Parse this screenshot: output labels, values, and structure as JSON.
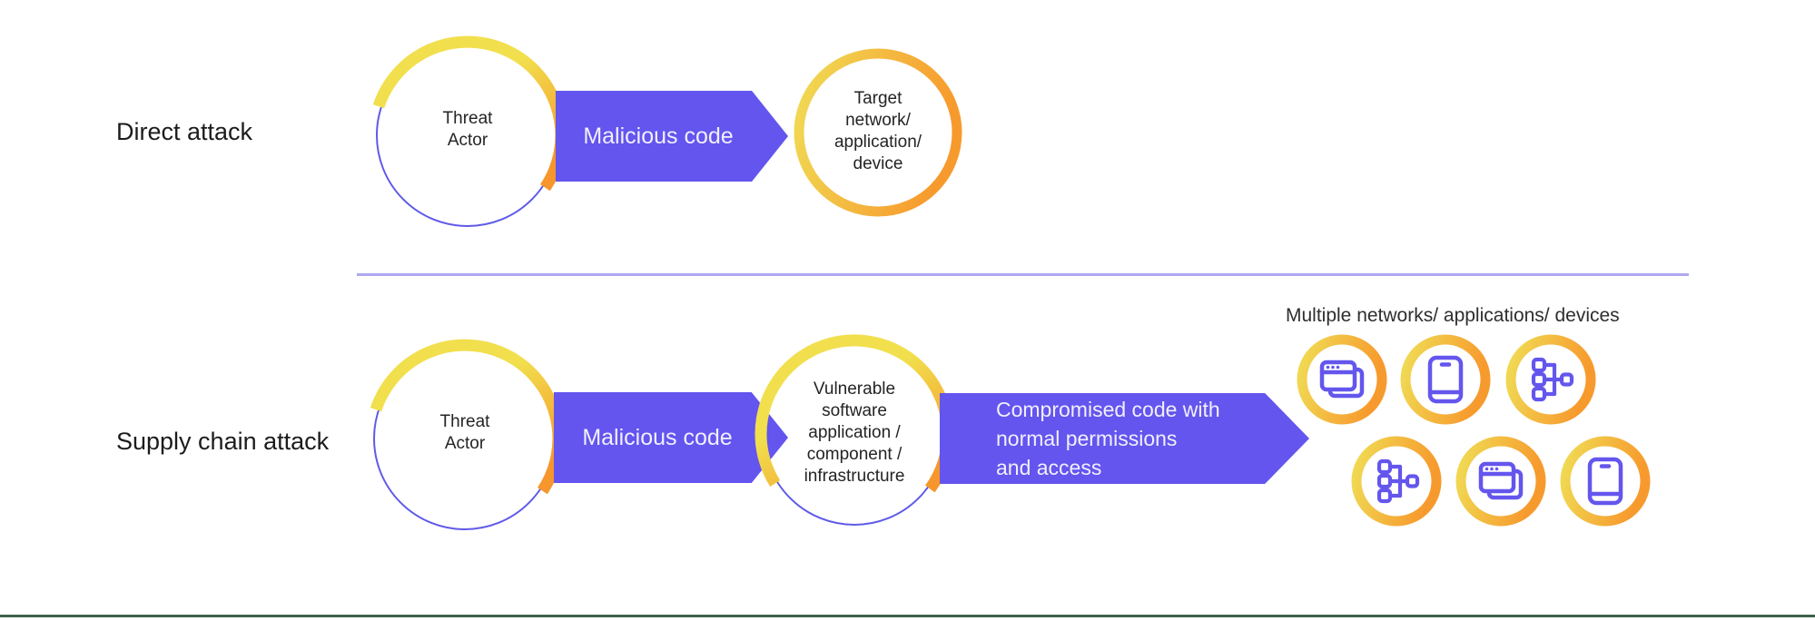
{
  "colors": {
    "arrow_purple": "#6355EE",
    "circle_stroke_blue": "#5F5AE8",
    "arc_yellow": "#F1DF4D",
    "arc_orange": "#F6962C",
    "ring_yellow": "#F0DC55",
    "ring_orange": "#F79A2D",
    "icon_purple": "#6456ED",
    "divider_purple": "#AFA9F0",
    "footer_green": "#40614D"
  },
  "direct_row": {
    "label": "Direct attack",
    "actor_label": "Threat\nActor",
    "arrow_label": "Malicious code",
    "target_label": "Target\nnetwork/\napplication/\ndevice"
  },
  "supply_row": {
    "label": "Supply chain attack",
    "actor_label": "Threat\nActor",
    "arrow1_label": "Malicious code",
    "vulnerable_label": "Vulnerable\nsoftware\napplication /\ncomponent /\ninfrastructure",
    "arrow2_label": "Compromised code with\nnormal permissions\nand access",
    "targets_cluster": {
      "caption": "Multiple networks/ applications/ devices",
      "row1_icons": [
        "browser-windows",
        "smartphone",
        "network-tree"
      ],
      "row2_icons": [
        "network-tree",
        "browser-windows",
        "smartphone"
      ]
    }
  }
}
